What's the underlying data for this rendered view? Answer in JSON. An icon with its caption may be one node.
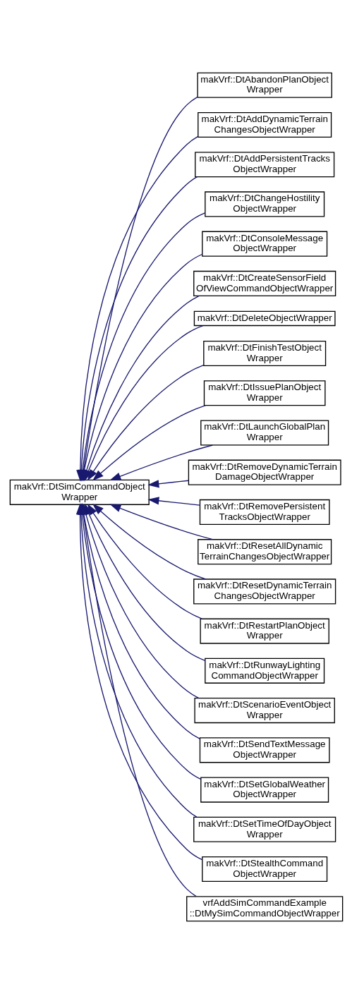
{
  "diagram": {
    "nodes": [
      {
        "text": [
          "makVrf::DtSimCommandObject Wrapper"
        ]
      },
      {
        "text": [
          "makVrf::DtAbandonPlanObject Wrapper"
        ]
      },
      {
        "text": [
          "makVrf::DtAddDynamicTerrain ChangesObjectWrapper"
        ]
      },
      {
        "text": [
          "makVrf::DtAddPersistentTracks ObjectWrapper"
        ]
      },
      {
        "text": [
          "makVrf::DtChangeHostility ObjectWrapper"
        ]
      },
      {
        "text": [
          "makVrf::DtConsoleMessage ObjectWrapper"
        ]
      },
      {
        "text": [
          "makVrf::DtCreateSensorField OfViewCommandObjectWrapper"
        ]
      },
      {
        "text": [
          "makVrf::DtDeleteObjectWrapper"
        ]
      },
      {
        "text": [
          "makVrf::DtFinishTestObject Wrapper"
        ]
      },
      {
        "text": [
          "makVrf::DtIssuePlanObject Wrapper"
        ]
      },
      {
        "text": [
          "makVrf::DtLaunchGlobalPlan Wrapper"
        ]
      },
      {
        "text": [
          "makVrf::DtRemoveDynamicTerrain DamageObjectWrapper"
        ]
      },
      {
        "text": [
          "makVrf::DtRemovePersistent TracksObjectWrapper"
        ]
      },
      {
        "text": [
          "makVrf::DtResetAllDynamic TerrainChangesObjectWrapper"
        ]
      },
      {
        "text": [
          "makVrf::DtResetDynamicTerrain ChangesObjectWrapper"
        ]
      },
      {
        "text": [
          "makVrf::DtRestartPlanObject Wrapper"
        ]
      },
      {
        "text": [
          "makVrf::DtRunwayLighting CommandObjectWrapper"
        ]
      },
      {
        "text": [
          "makVrf::DtScenarioEventObject Wrapper"
        ]
      },
      {
        "text": [
          "makVrf::DtSendTextMessage ObjectWrapper"
        ]
      },
      {
        "text": [
          "makVrf::DtSetGlobalWeather ObjectWrapper"
        ]
      },
      {
        "text": [
          "makVrf::DtSetTimeOfDayObject Wrapper"
        ]
      },
      {
        "text": [
          "makVrf::DtStealthCommand ObjectWrapper"
        ]
      },
      {
        "text": [
          "vrfAddSimCommandExample ::DtMySimCommandObjectWrapper"
        ]
      }
    ],
    "edges": [
      {
        "from": 1,
        "to": 0,
        "arrow": "to"
      },
      {
        "from": 2,
        "to": 0,
        "arrow": "to"
      },
      {
        "from": 3,
        "to": 0,
        "arrow": "to"
      },
      {
        "from": 4,
        "to": 0,
        "arrow": "to"
      },
      {
        "from": 5,
        "to": 0,
        "arrow": "to"
      },
      {
        "from": 6,
        "to": 0,
        "arrow": "to"
      },
      {
        "from": 7,
        "to": 0,
        "arrow": "to"
      },
      {
        "from": 8,
        "to": 0,
        "arrow": "to"
      },
      {
        "from": 9,
        "to": 0,
        "arrow": "to"
      },
      {
        "from": 10,
        "to": 0,
        "arrow": "to"
      },
      {
        "from": 11,
        "to": 0,
        "arrow": "to"
      },
      {
        "from": 12,
        "to": 0,
        "arrow": "to"
      },
      {
        "from": 13,
        "to": 0,
        "arrow": "to"
      },
      {
        "from": 14,
        "to": 0,
        "arrow": "to"
      },
      {
        "from": 15,
        "to": 0,
        "arrow": "to"
      },
      {
        "from": 16,
        "to": 0,
        "arrow": "to"
      },
      {
        "from": 17,
        "to": 0,
        "arrow": "to"
      },
      {
        "from": 18,
        "to": 0,
        "arrow": "to"
      },
      {
        "from": 19,
        "to": 0,
        "arrow": "to"
      },
      {
        "from": 20,
        "to": 0,
        "arrow": "to"
      },
      {
        "from": 21,
        "to": 0,
        "arrow": "to"
      },
      {
        "from": 22,
        "to": 0,
        "arrow": "to"
      }
    ]
  }
}
